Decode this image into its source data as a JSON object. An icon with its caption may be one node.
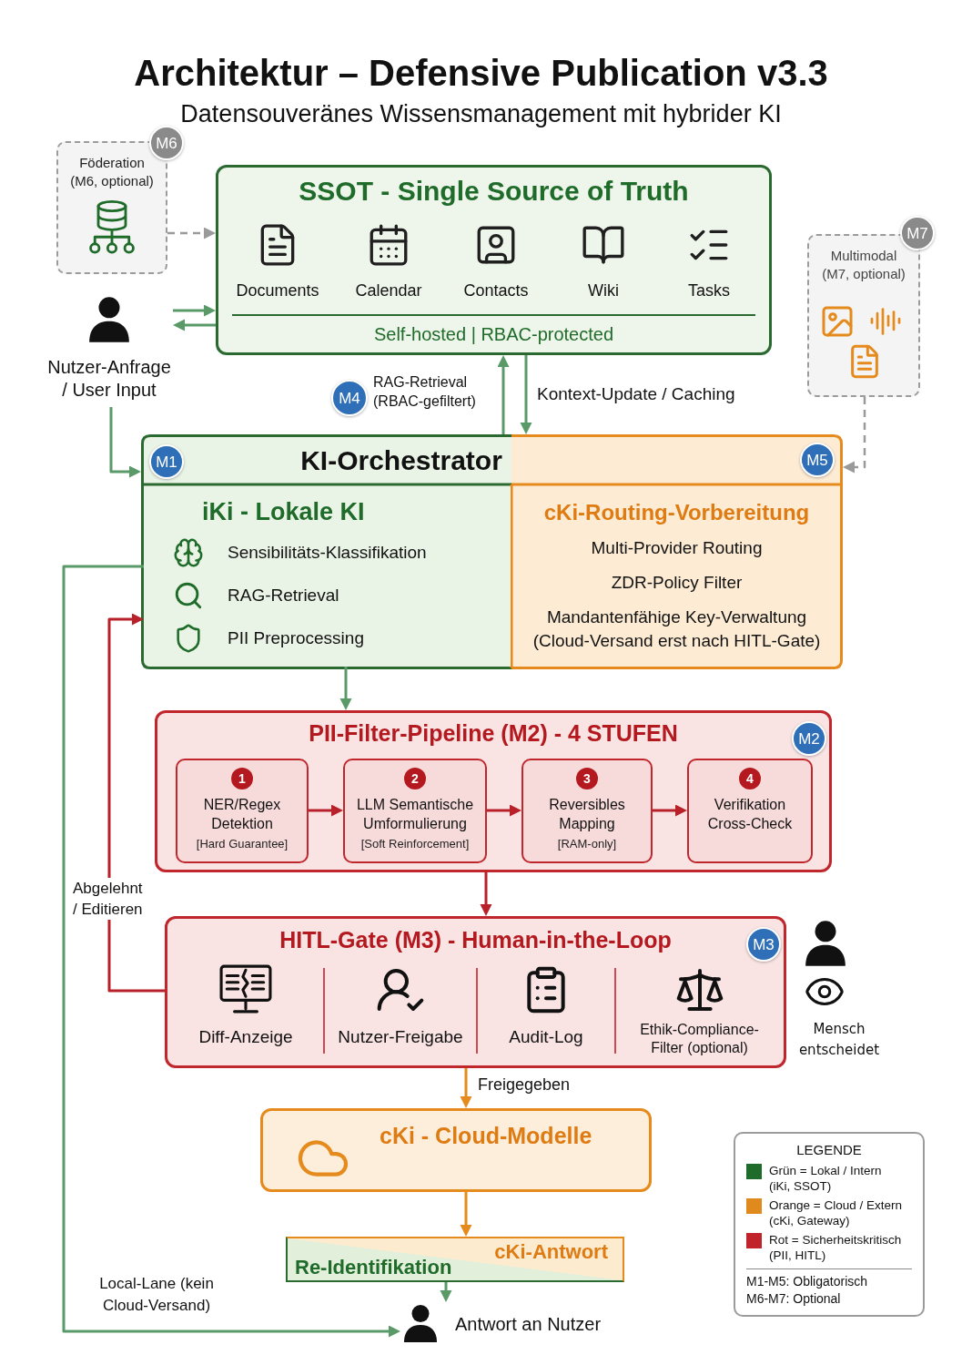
{
  "diagram": {
    "title": "Architektur – Defensive Publication v3.3",
    "nodes": [
      {
        "text": [
          "Föderation (M6, optional)"
        ]
      },
      {
        "text": [
          "M6"
        ]
      },
      {
        "text": [
          "SSOT - Single Source of Truth",
          "Documents",
          "Calendar",
          "Contacts",
          "Wiki",
          "Tasks",
          "Self-hosted | RBAC-protected"
        ]
      },
      {
        "text": [
          "M7"
        ]
      },
      {
        "text": [
          "Multimodal (M7, optional)"
        ]
      },
      {
        "text": [
          "Nutzer-Anfrage / User Input"
        ]
      },
      {
        "text": [
          "M4"
        ]
      },
      {
        "text": [
          "KI-Orchestrator"
        ]
      },
      {
        "text": [
          "M1"
        ],
        "in": 7
      },
      {
        "text": [
          "M5"
        ],
        "in": 7
      },
      {
        "text": [
          "iKi - Lokale KI",
          "Sensibilitäts-Klassifikation",
          "RAG-Retrieval",
          "PII Preprocessing"
        ],
        "in": 7
      },
      {
        "text": [
          "cKi-Routing-Vorbereitung",
          "Multi-Provider Routing",
          "ZDR-Policy Filter",
          "Mandantenfähige Key-Verwaltung (Cloud-Versand erst nach HITL-Gate)"
        ],
        "in": 7
      },
      {
        "text": [
          "PII-Filter-Pipeline (M2) - 4 STUFEN"
        ]
      },
      {
        "text": [
          "M2"
        ],
        "in": 12
      },
      {
        "text": [
          "NER/Regex Detektion",
          "[Hard Guarantee]"
        ],
        "in": 12
      },
      {
        "text": [
          "1"
        ],
        "in": 14
      },
      {
        "text": [
          "LLM Semantische Umformulierung",
          "[Soft Reinforcement]"
        ],
        "in": 12
      },
      {
        "text": [
          "2"
        ],
        "in": 16
      },
      {
        "text": [
          "Reversibles Mapping",
          "[RAM-only]"
        ],
        "in": 12
      },
      {
        "text": [
          "3"
        ],
        "in": 18
      },
      {
        "text": [
          "Verifikation Cross-Check"
        ],
        "in": 12
      },
      {
        "text": [
          "4"
        ],
        "in": 20
      },
      {
        "text": [
          "HITL-Gate (M3) - Human-in-the-Loop",
          "Diff-Anzeige",
          "Nutzer-Freigabe",
          "Audit-Log",
          "Ethik-Compliance-Filter (optional)"
        ]
      },
      {
        "text": [
          "M3"
        ],
        "in": 22
      },
      {
        "text": [
          "cKi - Cloud-Modelle"
        ]
      },
      {
        "text": [
          "cKi-Antwort",
          "Re-Identifikation"
        ]
      },
      {
        "text": [
          "Antwort an Nutzer"
        ]
      }
    ],
    "edges": [
      {
        "from": 0,
        "to": 2,
        "arrow": "to",
        "style": "dashed",
        "color": "#9a9a9a"
      },
      {
        "from": 5,
        "to": 2,
        "arrow": "to"
      },
      {
        "from": 2,
        "to": 5,
        "arrow": "to"
      },
      {
        "from": 5,
        "to": 7,
        "arrow": "to"
      },
      {
        "from": 7,
        "to": 2,
        "arrow": "to",
        "label": "RAG-Retrieval (RBAC-gefiltert)"
      },
      {
        "from": 2,
        "to": 7,
        "arrow": "to",
        "label": "Kontext-Update / Caching"
      },
      {
        "from": 4,
        "to": 7,
        "arrow": "to",
        "style": "dashed",
        "color": "#9a9a9a"
      },
      {
        "from": 10,
        "to": 12,
        "arrow": "to"
      },
      {
        "from": 14,
        "to": 16,
        "arrow": "to",
        "color": "#b8212a"
      },
      {
        "from": 16,
        "to": 18,
        "arrow": "to",
        "color": "#b8212a"
      },
      {
        "from": 18,
        "to": 20,
        "arrow": "to",
        "color": "#b8212a"
      },
      {
        "from": 12,
        "to": 22,
        "arrow": "to",
        "color": "#b8212a"
      },
      {
        "from": 22,
        "to": 10,
        "arrow": "to",
        "label": "Abgelehnt / Editieren",
        "color": "#b8212a"
      },
      {
        "from": 22,
        "to": 24,
        "arrow": "to",
        "label": "Freigegeben",
        "color": "#e58a1c"
      },
      {
        "from": 24,
        "to": 25,
        "arrow": "to",
        "color": "#e58a1c"
      },
      {
        "from": 25,
        "to": 26,
        "arrow": "to"
      },
      {
        "from": 10,
        "to": 26,
        "arrow": "to",
        "label": "Local-Lane (kein Cloud-Versand)"
      }
    ],
    "labels": [
      "Datensouveränes Wissensmanagement mit hybrider KI",
      "Mensch entscheidet",
      "LEGENDE",
      "M1-M5: Obligatorisch",
      "M6-M7: Optional"
    ],
    "legend": [
      {
        "text": "Grün = Lokal / Intern (iKi, SSOT)",
        "color": "#1e6b2a"
      },
      {
        "text": "Orange = Cloud / Extern (cKi, Gateway)",
        "color": "#e08a1e"
      },
      {
        "text": "Rot = Sicherheitskritisch (PII, HITL)",
        "color": "#c0232a"
      }
    ]
  }
}
